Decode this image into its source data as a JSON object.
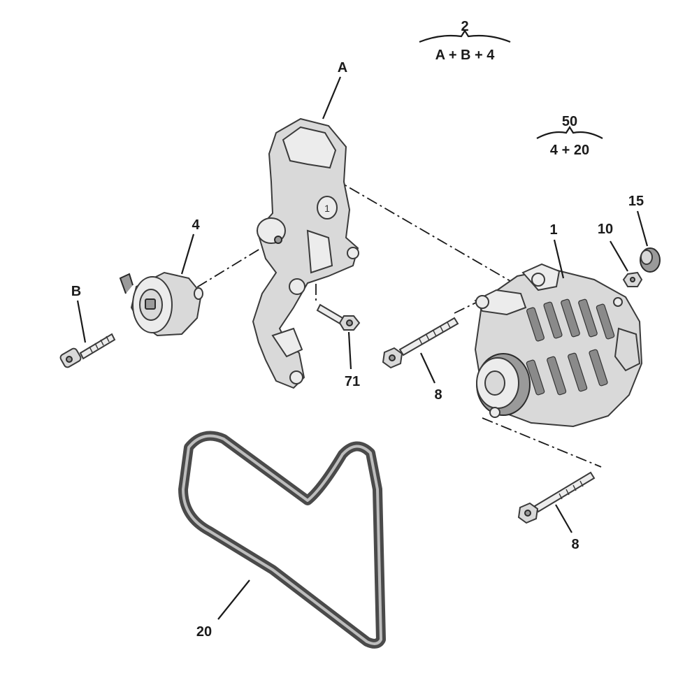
{
  "group_labels": [
    {
      "number": "2",
      "contents": "A + B + 4"
    },
    {
      "number": "50",
      "contents": "4 + 20"
    }
  ],
  "callouts": {
    "A": "A",
    "B": "B",
    "alternator": "1",
    "tensioner": "4",
    "bolt_71": "71",
    "bolt_8_top": "8",
    "bolt_8_bottom": "8",
    "nut_10": "10",
    "cap_15": "15",
    "belt_20": "20"
  }
}
